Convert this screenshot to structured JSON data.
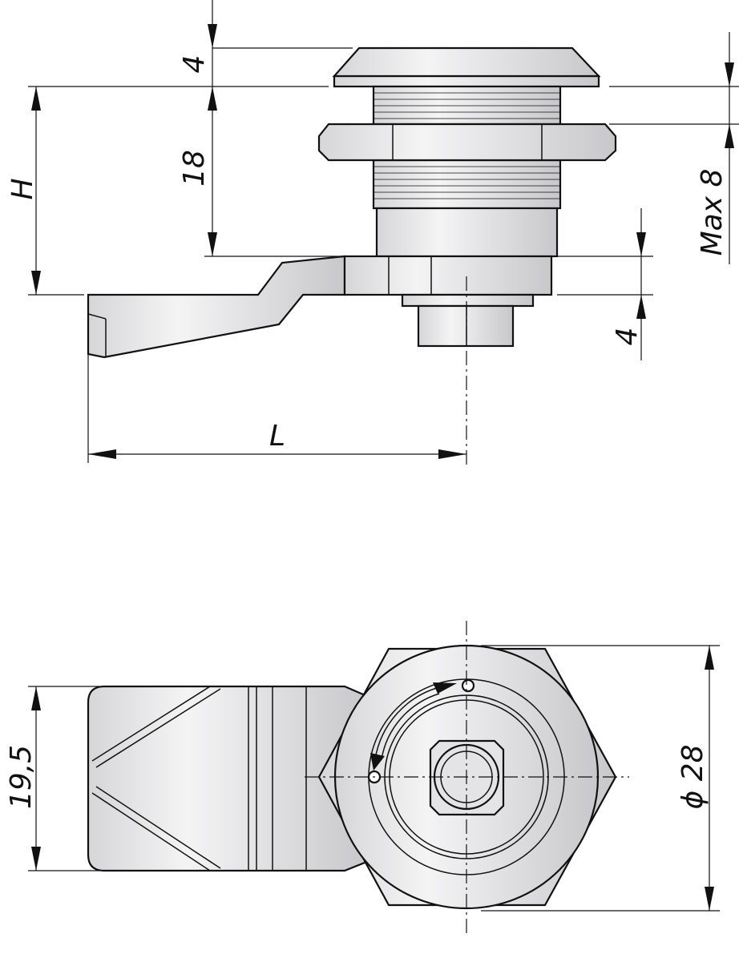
{
  "dimensions": {
    "cap_height": "4",
    "body_height": "18",
    "overall_height": "H",
    "max_panel": "Max 8",
    "lever_offset": "4",
    "lever_length": "L",
    "lever_width": "19,5",
    "diameter": "ϕ 28"
  },
  "colors": {
    "line": "#111111",
    "fill": "#e4e4e6"
  }
}
